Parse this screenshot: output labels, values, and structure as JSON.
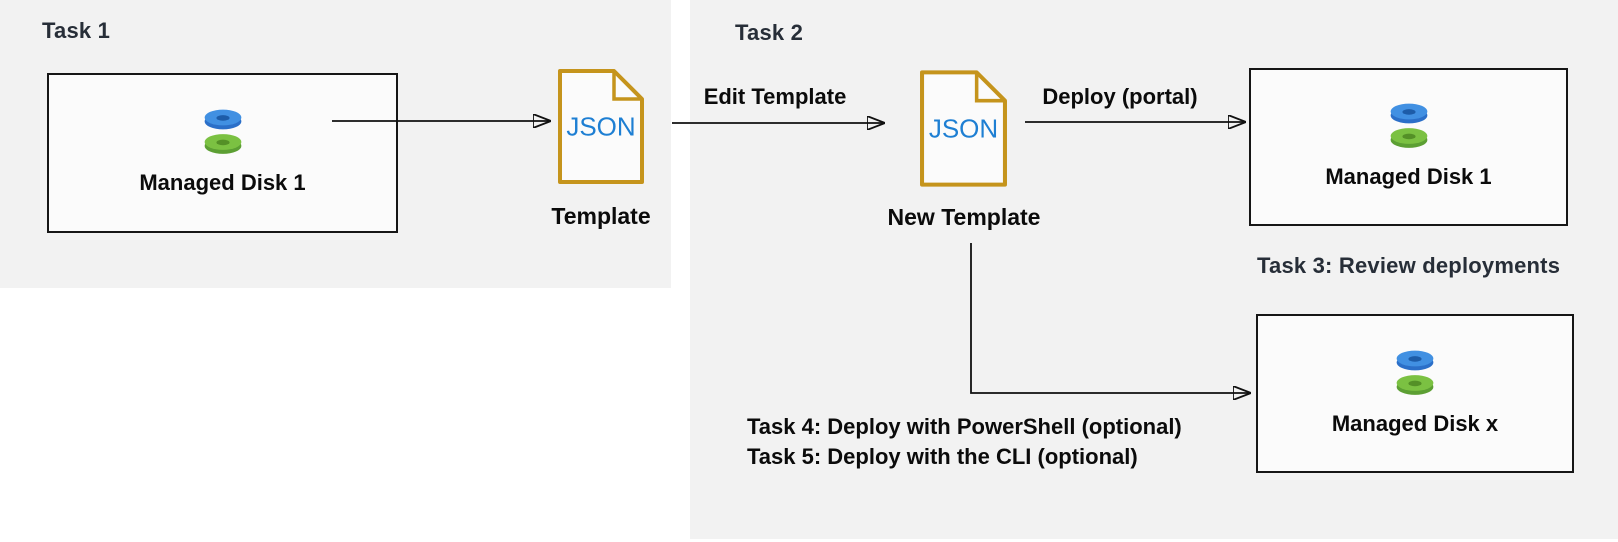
{
  "diagram": {
    "task1": {
      "heading": "Task 1",
      "disk_box": {
        "label": "Managed Disk 1"
      },
      "json_file": {
        "type_label": "JSON",
        "caption": "Template"
      }
    },
    "task2": {
      "heading": "Task 2",
      "edit_arrow_label": "Edit Template",
      "json_file": {
        "type_label": "JSON",
        "caption": "New Template"
      },
      "deploy_arrow_label": "Deploy (portal)",
      "disk_box": {
        "label": "Managed Disk 1"
      }
    },
    "task3": {
      "heading": "Task 3: Review deployments",
      "disk_box": {
        "label": "Managed Disk x"
      }
    },
    "task4_5": {
      "line1": "Task 4: Deploy with PowerShell (optional)",
      "line2": "Task 5: Deploy with the CLI (optional)"
    },
    "colors": {
      "panel_bg": "#F2F2F2",
      "heading_text": "#272E38",
      "label_text": "#0B0B0B",
      "json_file_border": "#C5941C",
      "json_text": "#1E7FD3",
      "disk_blue_face": "#4190E2",
      "disk_blue_rim": "#2B6FC8",
      "disk_green_face": "#7BC142",
      "disk_green_rim": "#5C9F33",
      "connector": "#111111"
    }
  }
}
